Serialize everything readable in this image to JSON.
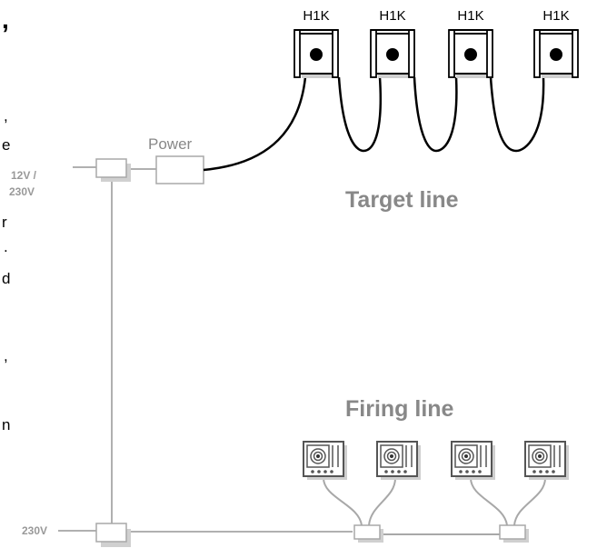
{
  "left_text_fragments": [
    ",",
    ",",
    "e",
    "r",
    ".",
    "d",
    ",",
    "n"
  ],
  "target_labels": [
    "H1K",
    "H1K",
    "H1K",
    "H1K"
  ],
  "power_label": "Power",
  "supply_top_label": [
    "12V /",
    "230V"
  ],
  "supply_bottom_label": "230V",
  "target_line_title": "Target line",
  "firing_line_title": "Firing line",
  "colors": {
    "cable_gray": "#b0b0b0",
    "title_gray": "#888888",
    "label_gray": "#999999",
    "black": "#000000"
  }
}
